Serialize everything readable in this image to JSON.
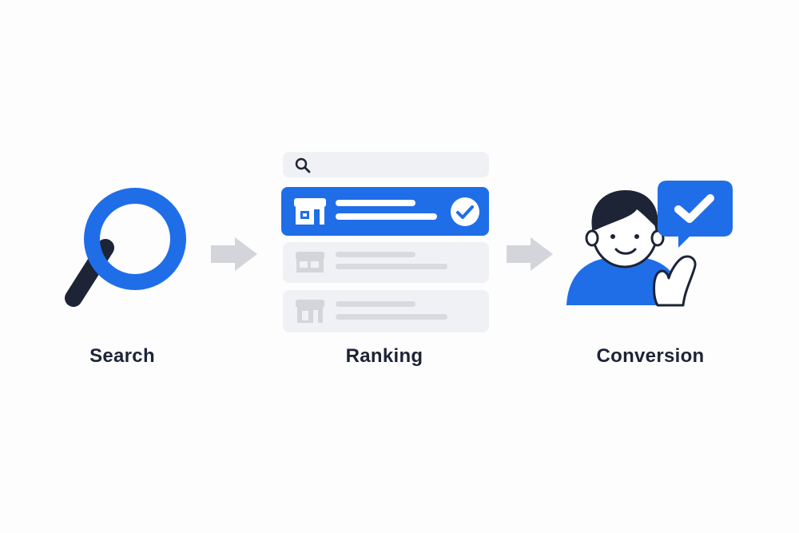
{
  "steps": [
    {
      "label": "Search",
      "icon": "magnifying-glass-icon"
    },
    {
      "label": "Ranking",
      "icon": "ranked-list-icon"
    },
    {
      "label": "Conversion",
      "icon": "happy-customer-icon"
    }
  ],
  "arrows": [
    "arrow-right-icon",
    "arrow-right-icon"
  ],
  "colors": {
    "accent": "#1f6ee8",
    "dark": "#1c2436",
    "muted": "#d3d5db",
    "card_bg": "#f0f1f4",
    "arrow": "#d3d5db",
    "background": "#fdfdfe"
  }
}
